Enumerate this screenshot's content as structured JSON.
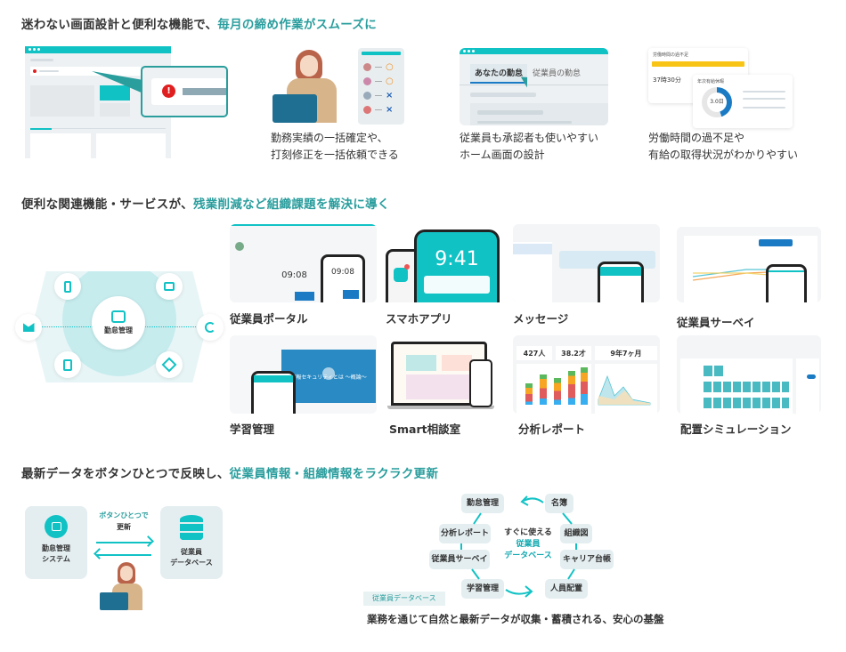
{
  "section1": {
    "heading_plain": "迷わない画面設計と便利な機能で、",
    "heading_accent": "毎月の締め作業がスムーズに",
    "items": [
      {
        "caption_line1": "",
        "caption_line2": ""
      },
      {
        "caption_line1": "勤務実績の一括確定や、",
        "caption_line2": "打刻修正を一括依頼できる"
      },
      {
        "caption_line1": "従業員も承認者も使いやすい",
        "caption_line2": "ホーム画面の設計",
        "tab_active": "あなたの勤怠",
        "tab_inactive": "従業員の勤怠"
      },
      {
        "caption_line1": "労働時間の過不足や",
        "caption_line2": "有給の取得状況がわかりやすい",
        "card_title_1": "労働時間の過不足",
        "card_value_1": "37時30分",
        "card_title_2": "年次有給休暇",
        "card_value_2": "3.0日"
      }
    ],
    "approvals": [
      "○",
      "○",
      "×",
      "×"
    ]
  },
  "section2": {
    "heading_plain": "便利な関連機能・サービスが、",
    "heading_accent": "残業削減など組織課題を解決に導く",
    "hub_label": "勤怠管理",
    "tiles": [
      {
        "label": "従業員ポータル",
        "time": "09:08"
      },
      {
        "label": "スマホアプリ",
        "time": "9:41"
      },
      {
        "label": "メッセージ"
      },
      {
        "label": "従業員サーベイ"
      },
      {
        "label": "学習管理",
        "video_text": "情報セキュリティとは 〜概論〜"
      },
      {
        "label": "Smart相談室"
      },
      {
        "label": "分析レポート",
        "kpi1": "427人",
        "kpi2": "38.2才",
        "kpi3": "9年7ヶ月"
      },
      {
        "label": "配置シミュレーション"
      }
    ]
  },
  "section3": {
    "heading_plain": "最新データをボタンひとつで反映し、",
    "heading_accent": "従業員情報・組織情報をラクラク更新",
    "left_box": "勤怠管理\nシステム",
    "left_box_l1": "勤怠管理",
    "left_box_l2": "システム",
    "button_text_l1": "ボタンひとつで",
    "button_text_l2": "更新",
    "right_box_l1": "従業員",
    "right_box_l2": "データベース",
    "cycle_center_l1": "すぐに使える",
    "cycle_center_l2": "従業員",
    "cycle_center_l3": "データベース",
    "cycle_nodes": [
      "勤怠管理",
      "名簿",
      "分析レポート",
      "組織図",
      "従業員サーベイ",
      "キャリア台帳",
      "学習管理",
      "人員配置"
    ],
    "tag": "従業員データベース",
    "footer": "業務を通じて自然と最新データが収集・蓄積される、安心の基盤"
  },
  "colors": {
    "accent": "#2a9d9d",
    "teal": "#11c2c5",
    "light_teal": "#c6ecee",
    "error_red": "#e02020",
    "blue": "#1a7bc4"
  }
}
